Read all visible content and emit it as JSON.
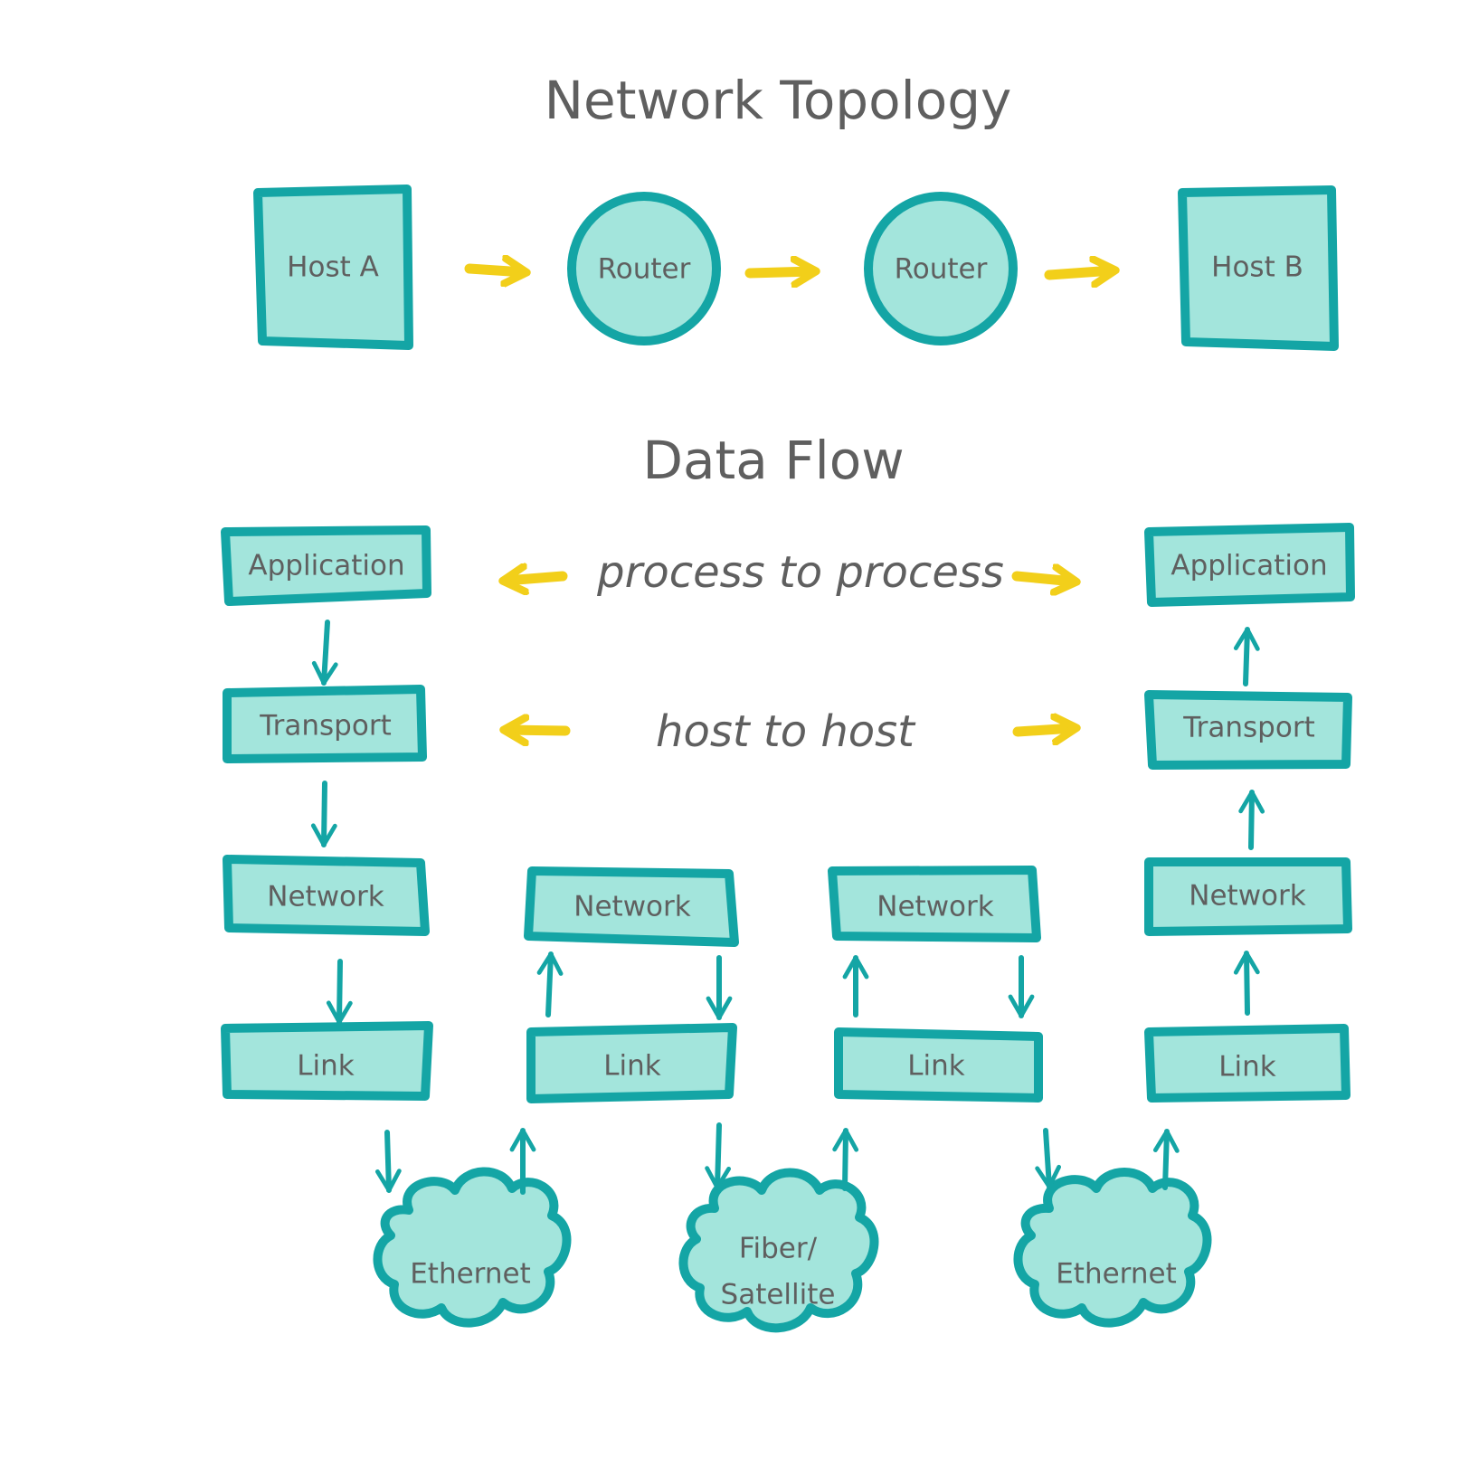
{
  "titles": {
    "topology": "Network Topology",
    "dataflow": "Data Flow"
  },
  "labels": {
    "process": "process to process",
    "host": "host to host"
  },
  "topology": {
    "host_a": "Host A",
    "router1": "Router",
    "router2": "Router",
    "host_b": "Host B"
  },
  "stack_left": {
    "application": "Application",
    "transport": "Transport",
    "network": "Network",
    "link": "Link"
  },
  "stack_right": {
    "application": "Application",
    "transport": "Transport",
    "network": "Network",
    "link": "Link"
  },
  "router1_stack": {
    "network": "Network",
    "link": "Link"
  },
  "router2_stack": {
    "network": "Network",
    "link": "Link"
  },
  "media": {
    "left": "Ethernet",
    "middle_line1": "Fiber/",
    "middle_line2": "Satellite",
    "right": "Ethernet"
  },
  "colors": {
    "fill": "#a3e5dc",
    "stroke": "#14a5a5",
    "accent_arrow": "#f2cf1a",
    "text": "#5f5f5f"
  }
}
